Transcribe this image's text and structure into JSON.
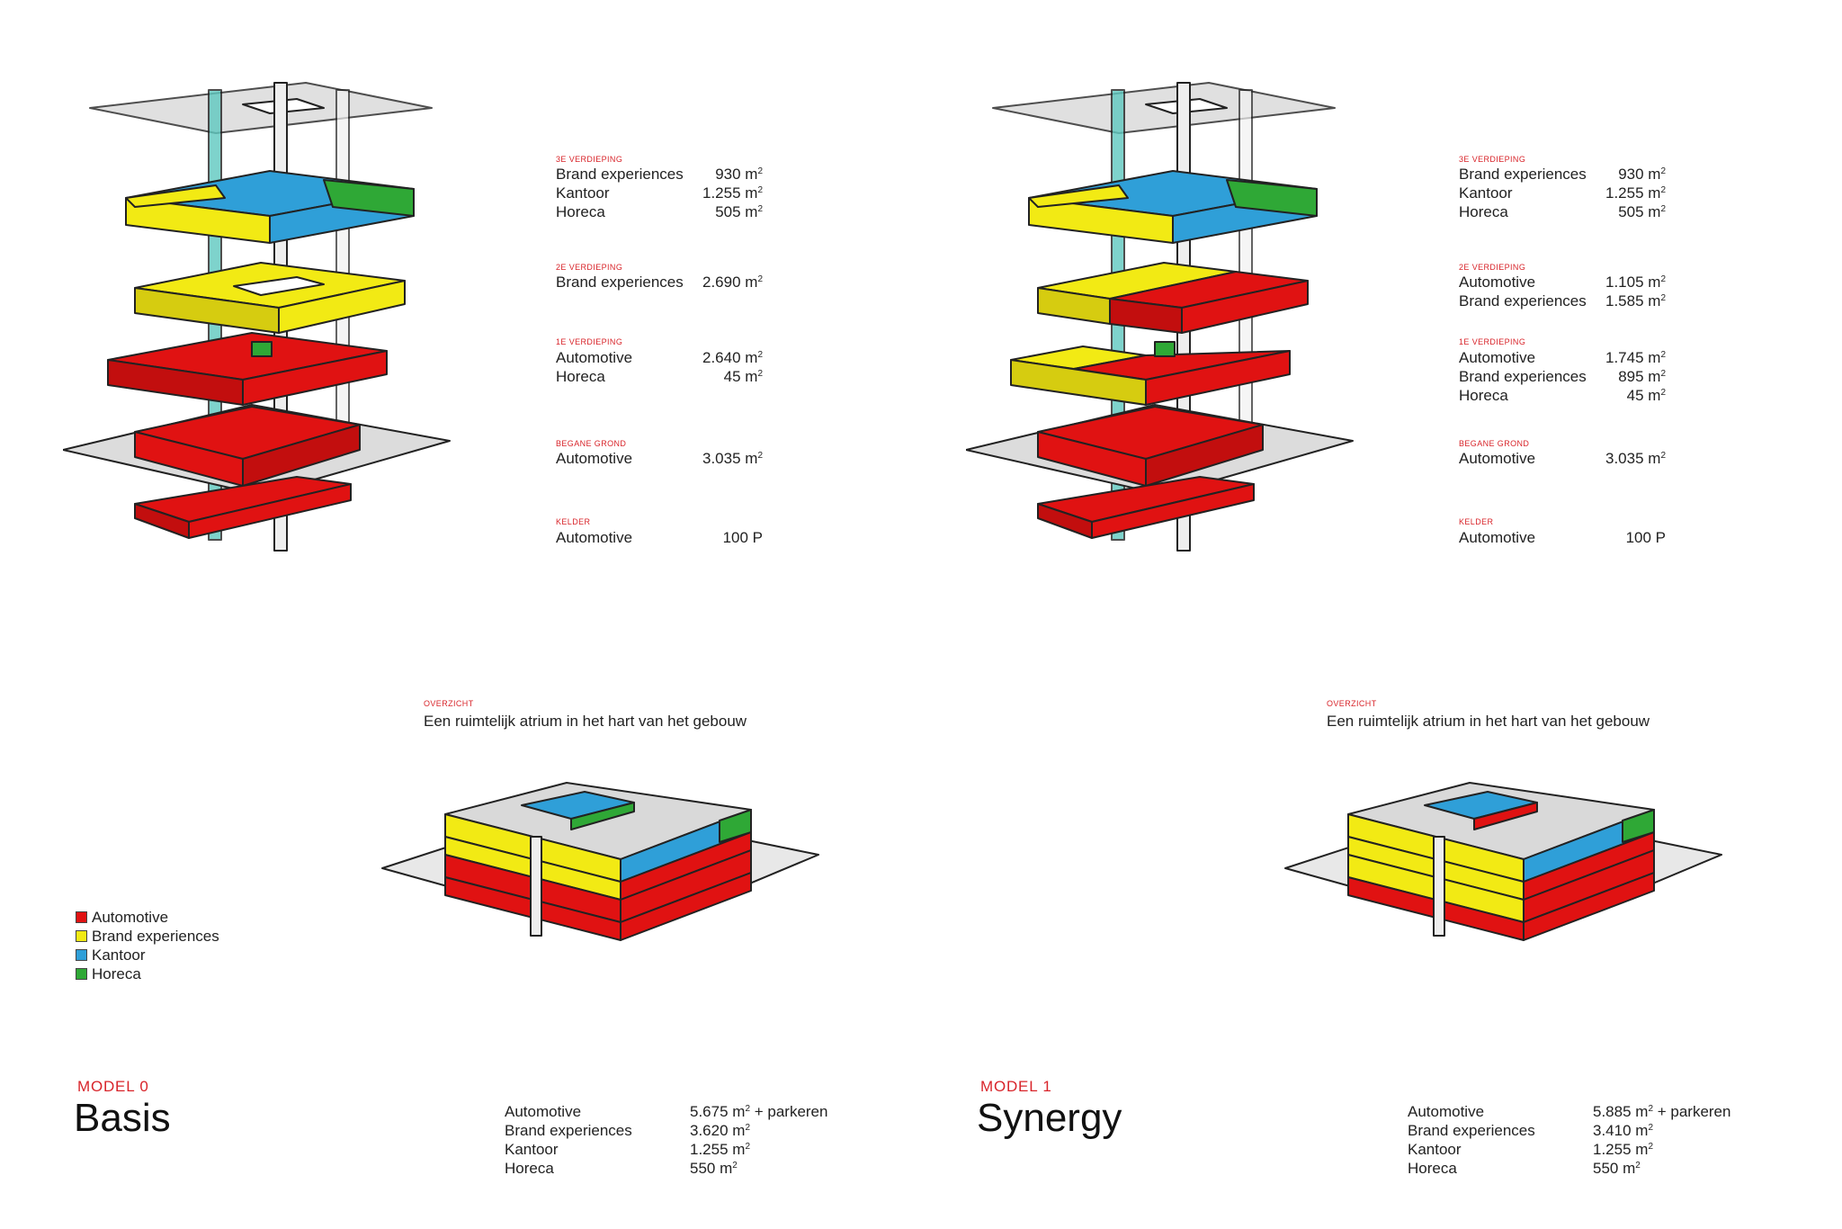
{
  "colors": {
    "automotive": "#e01212",
    "brand": "#f2ea14",
    "kantoor": "#2f9fd8",
    "horeca": "#2fa836",
    "accent_red": "#d8242a",
    "slab_grey": "#d9d9d9"
  },
  "subtitle_label": "OVERZICHT",
  "subtitle_text": "Een ruimtelijk atrium in het hart van het gebouw",
  "legend": [
    {
      "label": "Automotive",
      "color": "#e01212"
    },
    {
      "label": "Brand experiences",
      "color": "#f2ea14"
    },
    {
      "label": "Kantoor",
      "color": "#2f9fd8"
    },
    {
      "label": "Horeca",
      "color": "#2fa836"
    }
  ],
  "models": [
    {
      "model_label": "MODEL 0",
      "model_name": "Basis",
      "floors": [
        {
          "label": "3E VERDIEPING",
          "rows": [
            {
              "name": "Brand experiences",
              "value": "930 m",
              "sup": "2"
            },
            {
              "name": "Kantoor",
              "value": "1.255 m",
              "sup": "2"
            },
            {
              "name": "Horeca",
              "value": "505 m",
              "sup": "2"
            }
          ]
        },
        {
          "label": "2E VERDIEPING",
          "rows": [
            {
              "name": "Brand experiences",
              "value": "2.690 m",
              "sup": "2"
            }
          ]
        },
        {
          "label": "1E VERDIEPING",
          "rows": [
            {
              "name": "Automotive",
              "value": "2.640 m",
              "sup": "2"
            },
            {
              "name": "Horeca",
              "value": "45 m",
              "sup": "2"
            }
          ]
        },
        {
          "label": "BEGANE GROND",
          "rows": [
            {
              "name": "Automotive",
              "value": "3.035 m",
              "sup": "2"
            }
          ]
        },
        {
          "label": "KELDER",
          "rows": [
            {
              "name": "Automotive",
              "value": "100 P",
              "sup": ""
            }
          ]
        }
      ],
      "totals": [
        {
          "name": "Automotive",
          "value": "5.675 m",
          "sup": "2",
          "suffix": " + parkeren"
        },
        {
          "name": "Brand experiences",
          "value": "3.620 m",
          "sup": "2",
          "suffix": ""
        },
        {
          "name": "Kantoor",
          "value": "1.255 m",
          "sup": "2",
          "suffix": ""
        },
        {
          "name": "Horeca",
          "value": "550 m",
          "sup": "2",
          "suffix": ""
        }
      ]
    },
    {
      "model_label": "MODEL 1",
      "model_name": "Synergy",
      "floors": [
        {
          "label": "3E VERDIEPING",
          "rows": [
            {
              "name": "Brand experiences",
              "value": "930 m",
              "sup": "2"
            },
            {
              "name": "Kantoor",
              "value": "1.255 m",
              "sup": "2"
            },
            {
              "name": "Horeca",
              "value": "505 m",
              "sup": "2"
            }
          ]
        },
        {
          "label": "2E VERDIEPING",
          "rows": [
            {
              "name": "Automotive",
              "value": "1.105 m",
              "sup": "2"
            },
            {
              "name": "Brand experiences",
              "value": "1.585 m",
              "sup": "2"
            }
          ]
        },
        {
          "label": "1E VERDIEPING",
          "rows": [
            {
              "name": "Automotive",
              "value": "1.745 m",
              "sup": "2"
            },
            {
              "name": "Brand experiences",
              "value": "895 m",
              "sup": "2"
            },
            {
              "name": "Horeca",
              "value": "45 m",
              "sup": "2"
            }
          ]
        },
        {
          "label": "BEGANE GROND",
          "rows": [
            {
              "name": "Automotive",
              "value": "3.035 m",
              "sup": "2"
            }
          ]
        },
        {
          "label": "KELDER",
          "rows": [
            {
              "name": "Automotive",
              "value": "100 P",
              "sup": ""
            }
          ]
        }
      ],
      "totals": [
        {
          "name": "Automotive",
          "value": "5.885 m",
          "sup": "2",
          "suffix": " + parkeren"
        },
        {
          "name": "Brand experiences",
          "value": "3.410 m",
          "sup": "2",
          "suffix": ""
        },
        {
          "name": "Kantoor",
          "value": "1.255 m",
          "sup": "2",
          "suffix": ""
        },
        {
          "name": "Horeca",
          "value": "550 m",
          "sup": "2",
          "suffix": ""
        }
      ]
    }
  ]
}
